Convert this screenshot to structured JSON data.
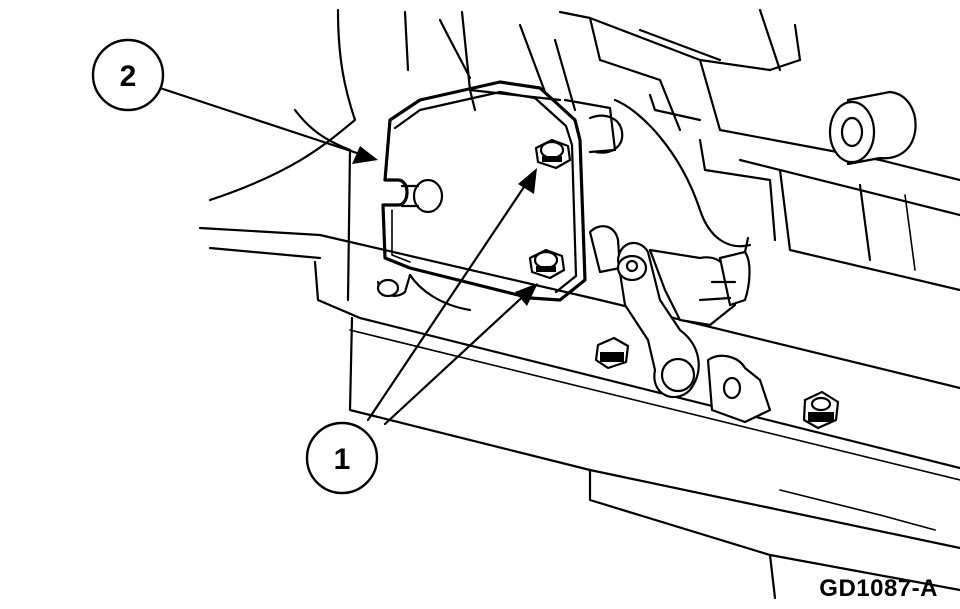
{
  "callouts": [
    {
      "id": "callout-1",
      "label": "1"
    },
    {
      "id": "callout-2",
      "label": "2"
    }
  ],
  "figure_id": "GD1087-A"
}
